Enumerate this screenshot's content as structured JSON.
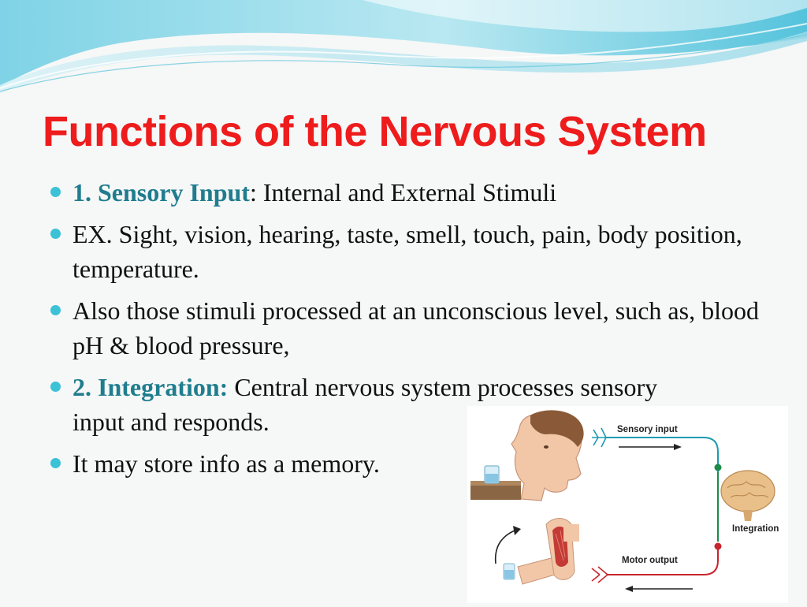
{
  "slide": {
    "title": "Functions of the Nervous System",
    "bullets": [
      {
        "strong": "1. Sensory Input",
        "rest": ": Internal and External Stimuli"
      },
      {
        "strong": "",
        "rest": "EX. Sight, vision, hearing, taste, smell, touch, pain, body position, temperature."
      },
      {
        "strong": "",
        "rest": "Also those stimuli processed at an unconscious level, such as, blood pH & blood pressure,"
      },
      {
        "strong": "2. Integration:",
        "rest": " Central nervous system processes sensory input and responds."
      },
      {
        "strong": "",
        "rest": "It may store info as a memory."
      }
    ]
  },
  "figure": {
    "sensory_label": "Sensory input",
    "integration_label": "Integration",
    "motor_label": "Motor output"
  },
  "colors": {
    "title": "#ee1c1c",
    "emphasis": "#1f7d8e",
    "bullet": "#3cc2d6",
    "sensory_path": "#1a9bb0",
    "motor_path": "#c8252c",
    "synapse": "#1b8a4a"
  }
}
